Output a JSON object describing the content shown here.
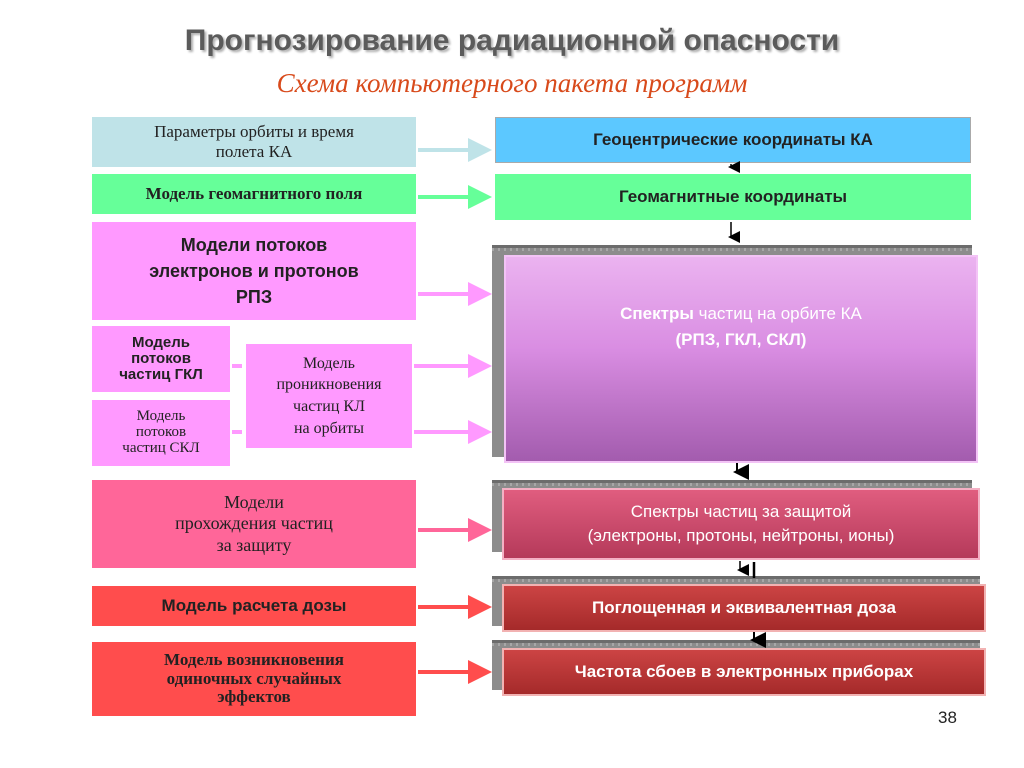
{
  "title": "Прогнозирование радиационной опасности",
  "subtitle": "Схема компьютерного пакета программ",
  "left": {
    "orbit_params": {
      "line1": "Параметры орбиты и время",
      "line2": "полета КА"
    },
    "geomag_model": "Модель геомагнитного поля",
    "flux_models": {
      "line1": "Модели потоков",
      "line2": "электронов и протонов",
      "line3": "РПЗ"
    },
    "gcr_model": {
      "line1": "Модель",
      "line2": "потоков",
      "line3": "частиц ГКЛ"
    },
    "scr_model": {
      "line1": "Модель",
      "line2": "потоков",
      "line3": "частиц СКЛ"
    },
    "penetration_model": {
      "line1": "Модель",
      "line2": "проникновения",
      "line3": "частиц КЛ",
      "line4": "на орбиты"
    },
    "shield_model": {
      "line1": "Модели",
      "line2": "прохождения частиц",
      "line3": "за защиту"
    },
    "dose_model": "Модель расчета дозы",
    "see_model": {
      "line1": "Модель возникновения",
      "line2": "одиночных случайных",
      "line3": "эффектов"
    }
  },
  "right": {
    "geocentric": "Геоцентрические координаты КА",
    "geomag_coords": "Геомагнитные координаты",
    "spectra": {
      "bold": "Спектры",
      "rest": " частиц на орбите КА",
      "line2": "(РПЗ, ГКЛ, СКЛ)"
    },
    "shield_spectra": {
      "line1": "Спектры частиц за защитой",
      "line2": "(электроны, протоны, нейтроны, ионы)"
    },
    "dose": "Поглощенная и эквивалентная доза",
    "see_rate": "Частота сбоев в электронных приборах"
  },
  "page_number": "38",
  "colors": {
    "title": "#5b5b5b",
    "subtitle": "#d84a1b",
    "cyan_arrow": "#bfe3e8",
    "green_arrow": "#66ff99",
    "pink_arrow": "#ff99ff",
    "rose_arrow": "#ff6699",
    "red_arrow": "#ff4d4d"
  }
}
